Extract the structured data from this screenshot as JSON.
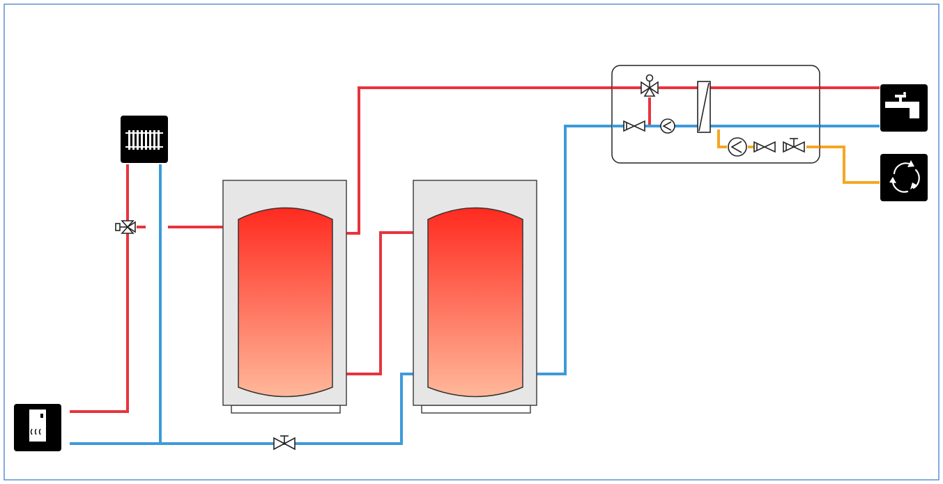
{
  "diagram": {
    "components": [
      {
        "id": "boiler",
        "icon": "boiler-icon"
      },
      {
        "id": "radiator",
        "icon": "radiator-icon"
      },
      {
        "id": "mixing-valve",
        "icon": "three-way-valve-icon"
      },
      {
        "id": "buffer-tank-1",
        "icon": "buffer-tank"
      },
      {
        "id": "buffer-tank-2",
        "icon": "buffer-tank"
      },
      {
        "id": "fresh-water-station",
        "icon": "heat-exchanger-station"
      },
      {
        "id": "tap",
        "icon": "tap-icon"
      },
      {
        "id": "circulation",
        "icon": "circulation-icon"
      }
    ],
    "colors": {
      "hot": "#e8333c",
      "cold": "#3d9bd9",
      "circulation": "#f5a623",
      "tank_top": "#ff2a1f",
      "tank_bottom": "#ffb89a",
      "casing": "#e6e6e6",
      "frame": "#5b8fd6"
    }
  }
}
